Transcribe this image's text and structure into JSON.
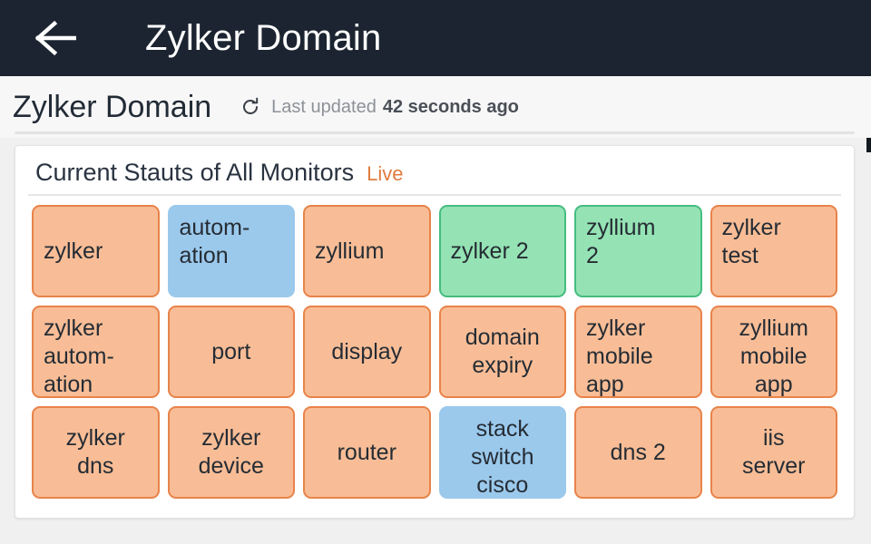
{
  "appbar": {
    "back_icon": "arrow-left-icon",
    "title": "Zylker Domain"
  },
  "subheader": {
    "title": "Zylker Domain",
    "refresh_icon": "refresh-icon",
    "updated_label": "Last updated",
    "updated_value": "42 seconds ago"
  },
  "card": {
    "title": "Current Stauts of All Monitors",
    "live_label": "Live",
    "colors": {
      "down": "#f8bd96",
      "down_border": "#e8834a",
      "up": "#95e3b4",
      "up_border": "#45bd80",
      "trouble": "#9bc9ec",
      "live_text": "#e07b3f",
      "appbar": "#1b2430"
    },
    "monitors": [
      {
        "name": "zylker",
        "status": "down",
        "align": "left",
        "valign": "mid"
      },
      {
        "name": "autom-\nation",
        "status": "trouble",
        "align": "left",
        "valign": "top"
      },
      {
        "name": "zyllium",
        "status": "down",
        "align": "left",
        "valign": "mid"
      },
      {
        "name": "zylker 2",
        "status": "up",
        "align": "left",
        "valign": "mid"
      },
      {
        "name": "zyllium\n2",
        "status": "up",
        "align": "left",
        "valign": "top"
      },
      {
        "name": "zylker\ntest",
        "status": "down",
        "align": "left",
        "valign": "top"
      },
      {
        "name": "zylker\nautom-\nation",
        "status": "down",
        "align": "left",
        "valign": "top"
      },
      {
        "name": "port",
        "status": "down",
        "align": "center",
        "valign": "mid"
      },
      {
        "name": "display",
        "status": "down",
        "align": "center",
        "valign": "mid"
      },
      {
        "name": "domain\nexpiry",
        "status": "down",
        "align": "center",
        "valign": "mid"
      },
      {
        "name": "zylker\nmobile\napp",
        "status": "down",
        "align": "left",
        "valign": "top"
      },
      {
        "name": "zyllium\nmobile\napp",
        "status": "down",
        "align": "center",
        "valign": "top"
      },
      {
        "name": "zylker\ndns",
        "status": "down",
        "align": "center",
        "valign": "mid"
      },
      {
        "name": "zylker\ndevice",
        "status": "down",
        "align": "center",
        "valign": "mid"
      },
      {
        "name": "router",
        "status": "down",
        "align": "center",
        "valign": "mid"
      },
      {
        "name": "stack\nswitch\ncisco",
        "status": "trouble",
        "align": "center",
        "valign": "top"
      },
      {
        "name": "dns 2",
        "status": "down",
        "align": "center",
        "valign": "mid"
      },
      {
        "name": "iis\nserver",
        "status": "down",
        "align": "center",
        "valign": "mid"
      }
    ]
  }
}
